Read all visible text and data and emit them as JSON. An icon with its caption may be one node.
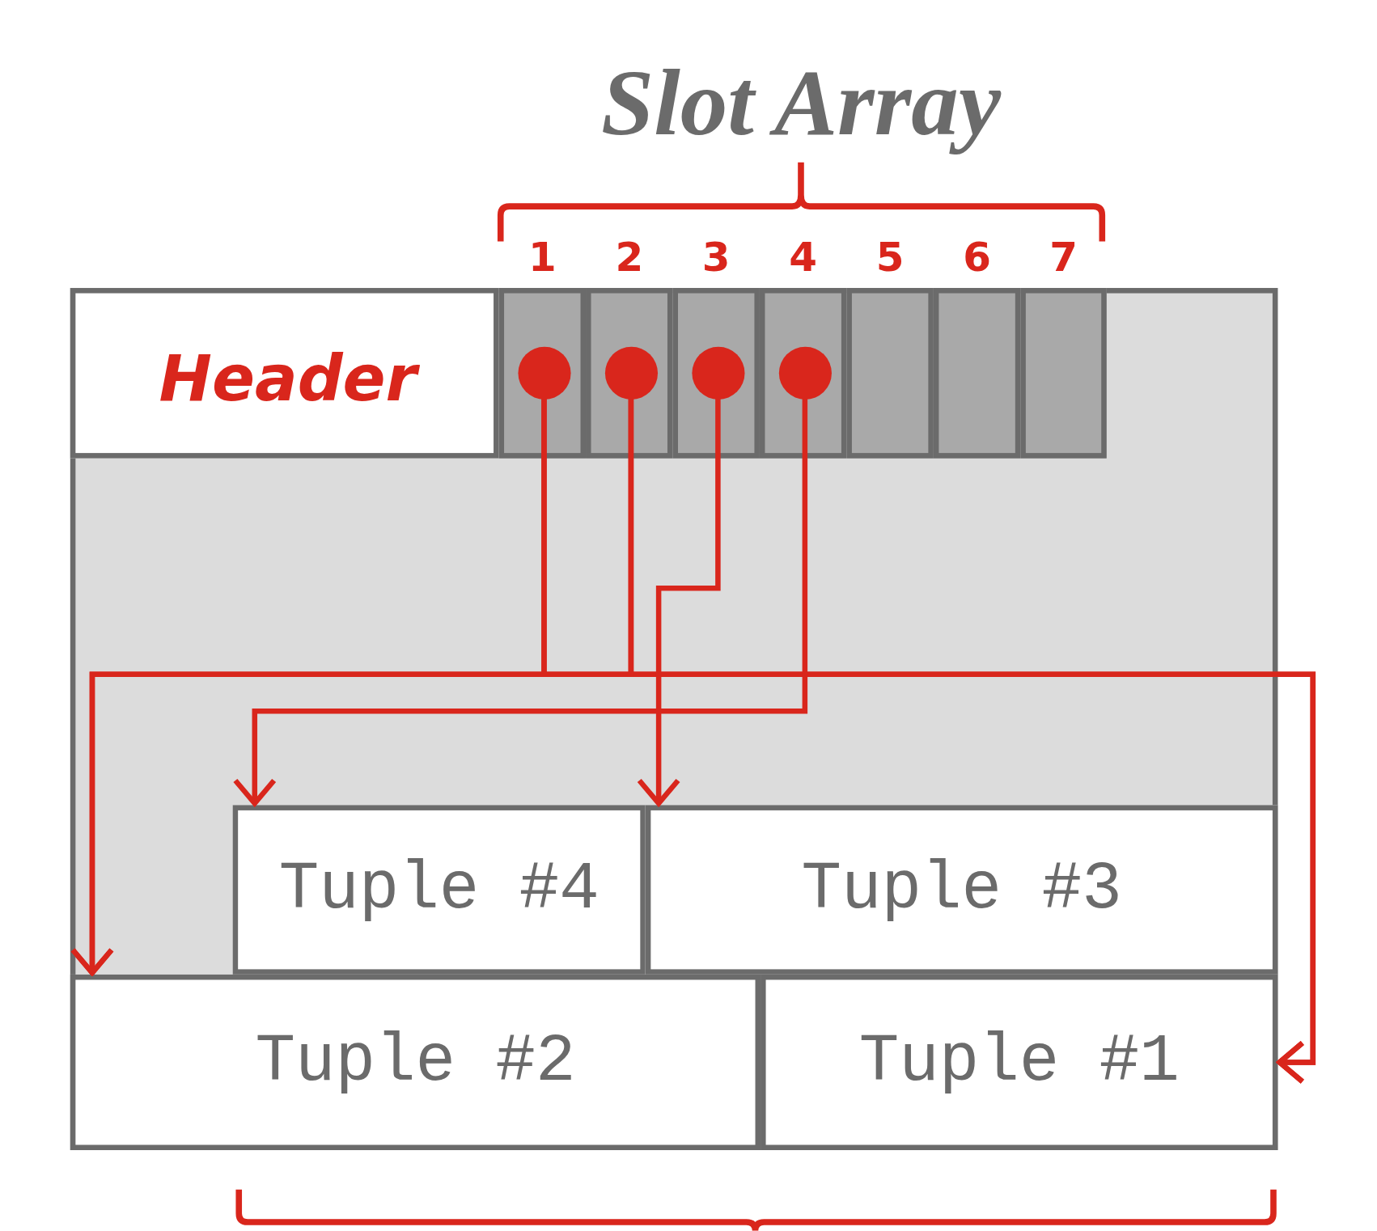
{
  "diagram": {
    "nodes": [
      {
        "text": [],
        "shape": "box"
      },
      {
        "text": [
          "Header"
        ],
        "in": 0
      },
      {
        "text": [
          "1"
        ],
        "in": 0
      },
      {
        "text": [
          "2"
        ],
        "in": 0
      },
      {
        "text": [
          "3"
        ],
        "in": 0
      },
      {
        "text": [
          "4"
        ],
        "in": 0
      },
      {
        "text": [
          "5"
        ],
        "in": 0
      },
      {
        "text": [
          "6"
        ],
        "in": 0
      },
      {
        "text": [
          "7"
        ],
        "in": 0
      },
      {
        "text": [
          "Tuple #4"
        ],
        "in": 0
      },
      {
        "text": [
          "Tuple #3"
        ],
        "in": 0
      },
      {
        "text": [
          "Tuple #2"
        ],
        "in": 0
      },
      {
        "text": [
          "Tuple #1"
        ],
        "in": 0
      }
    ],
    "edges": [
      {
        "from": 2,
        "to": 12,
        "arrow": "to"
      },
      {
        "from": 2,
        "to": 11,
        "arrow": "to"
      },
      {
        "from": 3,
        "to": 12,
        "arrow": "to"
      },
      {
        "from": 3,
        "to": 11,
        "arrow": "to"
      },
      {
        "from": 4,
        "to": 10,
        "arrow": "to"
      },
      {
        "from": 5,
        "to": 9,
        "arrow": "to"
      }
    ],
    "labels": [
      "Slot Array"
    ]
  }
}
